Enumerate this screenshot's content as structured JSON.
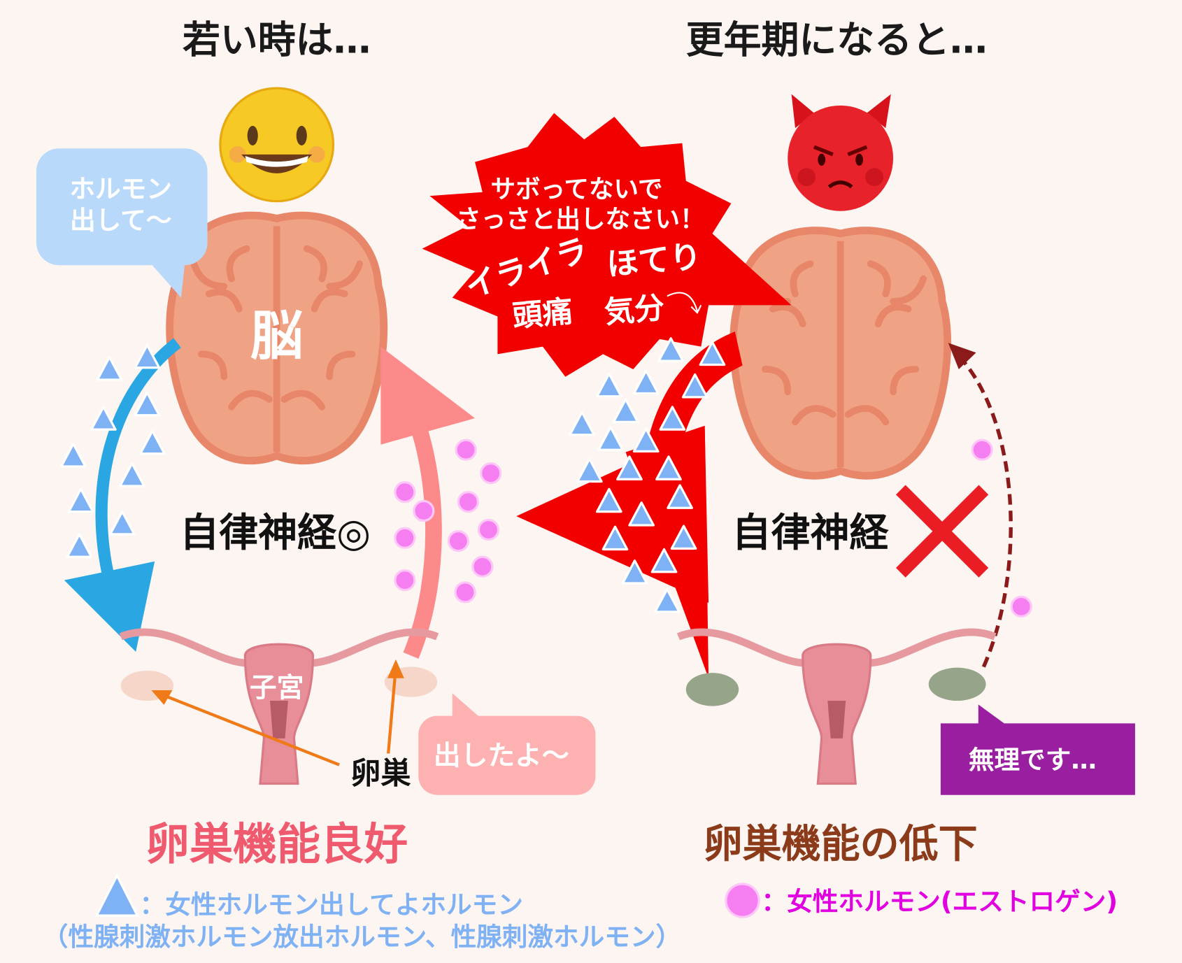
{
  "left_panel": {
    "title": "若い時は…",
    "brain_label": "脳",
    "speech_bubble": [
      "ホルモン",
      "出して〜"
    ],
    "autonomic_label": "自律神経◎",
    "uterus_label": "子宮",
    "ovary_label": "卵巣",
    "reply_bubble": "出したよ〜",
    "status": "卵巣機能良好",
    "face_icon": "smiling-face-icon"
  },
  "right_panel": {
    "title": "更年期になると…",
    "burst_lines": [
      "サボってないで",
      "さっさと出しなさい！"
    ],
    "symptoms": [
      "イライラ",
      "ほてり",
      "頭痛",
      "気分"
    ],
    "autonomic_label": "自律神経",
    "reply_box": "無理です…",
    "status": "卵巣機能の低下",
    "face_icon": "angry-devil-face-icon",
    "x_icon": "cross-mark-icon"
  },
  "legend": {
    "triangle_label": "：女性ホルモン出してよホルモン",
    "triangle_sub": "（性腺刺激ホルモン放出ホルモン、性腺刺激ホルモン）",
    "circle_label": "：女性ホルモン(エストロゲン)"
  },
  "colors": {
    "background": "#fdf5f1",
    "triangle_hormone": "#7fb1f5",
    "estrogen": "#f57ff0",
    "good_status": "#f05a6e",
    "bad_status": "#8b3a1a",
    "alarm_red": "#f20000",
    "purple_box": "#9a1fa0"
  }
}
